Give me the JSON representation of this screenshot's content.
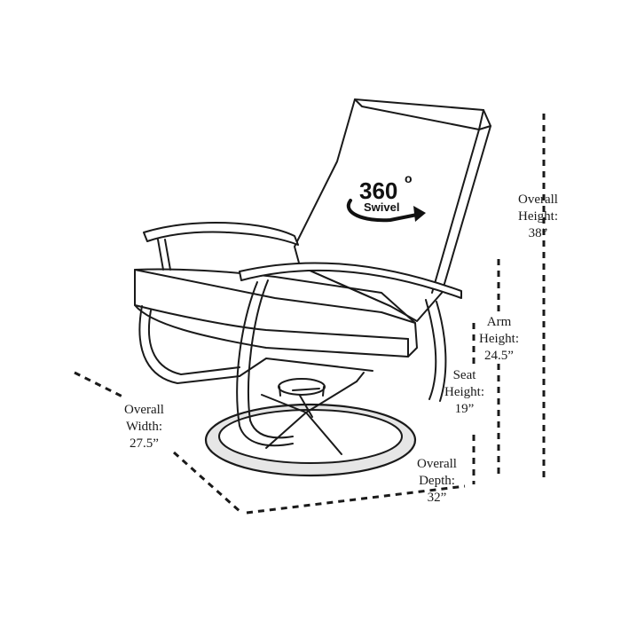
{
  "badge": {
    "degrees": "360",
    "degree_symbol": "o",
    "caption": "Swivel"
  },
  "dimensions": {
    "overall_height": {
      "line1": "Overall",
      "line2": "Height:",
      "value": "38”"
    },
    "arm_height": {
      "line1": "Arm",
      "line2": "Height:",
      "value": "24.5”"
    },
    "seat_height": {
      "line1": "Seat",
      "line2": "Height:",
      "value": "19”"
    },
    "overall_width": {
      "line1": "Overall",
      "line2": "Width:",
      "value": "27.5”"
    },
    "overall_depth": {
      "line1": "Overall",
      "line2": "Depth:",
      "value": "32”"
    }
  },
  "colors": {
    "ink": "#1a1a1a",
    "background": "#ffffff",
    "sketch_fill": "#f7f7f7"
  }
}
